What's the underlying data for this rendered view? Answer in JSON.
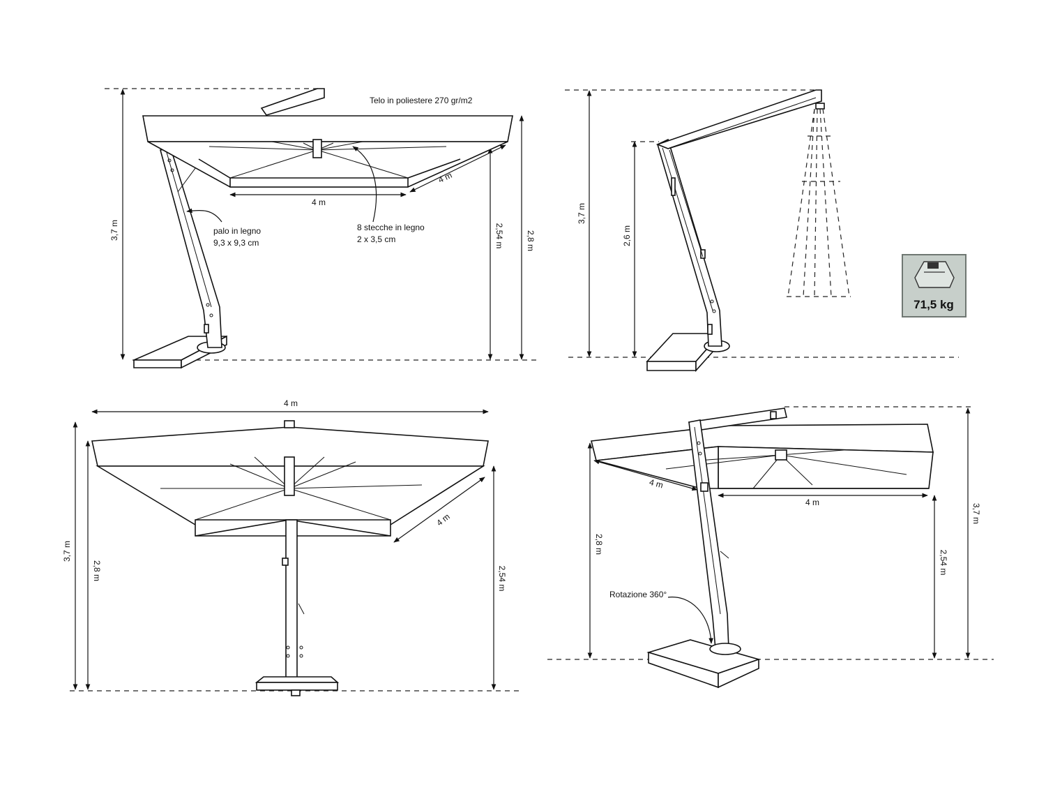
{
  "view_side": {
    "canopy_fabric": "Telo in poliestere 270 gr/m2",
    "pole_label_line1": "palo in legno",
    "pole_label_line2": "9,3 x 9,3 cm",
    "ribs_label_line1": "8 stecche in legno",
    "ribs_label_line2": "2 x 3,5 cm",
    "width_front": "4 m",
    "width_depth": "4 m",
    "total_height": "3,7 m",
    "clearance_height": "2,54 m",
    "canopy_edge_height": "2,8 m"
  },
  "view_profile": {
    "total_height": "3,7 m",
    "arm_height": "2,6 m",
    "weight_badge": "71,5 kg"
  },
  "view_front": {
    "width": "4 m",
    "depth": "4 m",
    "total_height": "3,7 m",
    "canopy_edge_height": "2,8 m",
    "clearance_height": "2,54 m"
  },
  "view_back": {
    "width_left": "4 m",
    "width_right": "4 m",
    "canopy_edge_height": "2,8 m",
    "clearance_height": "2,54 m",
    "total_height": "3,7 m",
    "rotation_label": "Rotazione 360°"
  }
}
